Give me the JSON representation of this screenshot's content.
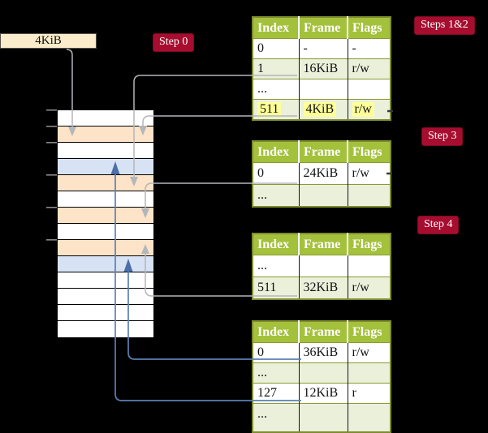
{
  "colors": {
    "accent_red": "#a60d2e",
    "header_green": "#a3c13b",
    "row_green": "#eaf0da",
    "border_green": "#7e8c2e",
    "sep_green": "#8a9b33",
    "peach": "#fde3c7",
    "blue_row": "#d7e3f4",
    "cream": "#fbeccb",
    "gray_line": "#b3b6ba",
    "blue_line": "#5b80b5",
    "blue_arrow": "#4d6fa8",
    "highlight_yellow": "#ffff99",
    "background": "#000000"
  },
  "page_box": {
    "label": "4KiB"
  },
  "step_labels": [
    {
      "label": "Step 0"
    },
    {
      "label": "Steps 1&2"
    },
    {
      "label": "Step 3"
    },
    {
      "label": "Step 4"
    }
  ],
  "memory": {
    "rows": [
      "white",
      "peach",
      "white",
      "blue",
      "peach",
      "white",
      "peach",
      "white",
      "peach",
      "blue",
      "white",
      "white",
      "white",
      "white"
    ]
  },
  "tables": [
    {
      "headers": [
        "Index",
        "Frame",
        "Flags"
      ],
      "rows": [
        {
          "cells": [
            "0",
            "-",
            "-"
          ]
        },
        {
          "cells": [
            "1",
            "16KiB",
            "r/w"
          ]
        },
        {
          "cells": [
            "...",
            "",
            ""
          ]
        },
        {
          "cells": [
            "511",
            "4KiB",
            "r/w"
          ],
          "highlight": true
        }
      ]
    },
    {
      "headers": [
        "Index",
        "Frame",
        "Flags"
      ],
      "rows": [
        {
          "cells": [
            "0",
            "24KiB",
            "r/w"
          ]
        },
        {
          "cells": [
            "...",
            "",
            ""
          ]
        }
      ]
    },
    {
      "headers": [
        "Index",
        "Frame",
        "Flags"
      ],
      "rows": [
        {
          "cells": [
            "...",
            "",
            ""
          ]
        },
        {
          "cells": [
            "511",
            "32KiB",
            "r/w"
          ]
        }
      ]
    },
    {
      "headers": [
        "Index",
        "Frame",
        "Flags"
      ],
      "rows": [
        {
          "cells": [
            "0",
            "36KiB",
            "r/w"
          ]
        },
        {
          "cells": [
            "...",
            "",
            ""
          ]
        },
        {
          "cells": [
            "127",
            "12KiB",
            "r"
          ]
        },
        {
          "cells": [
            "...",
            "",
            ""
          ]
        }
      ]
    }
  ]
}
